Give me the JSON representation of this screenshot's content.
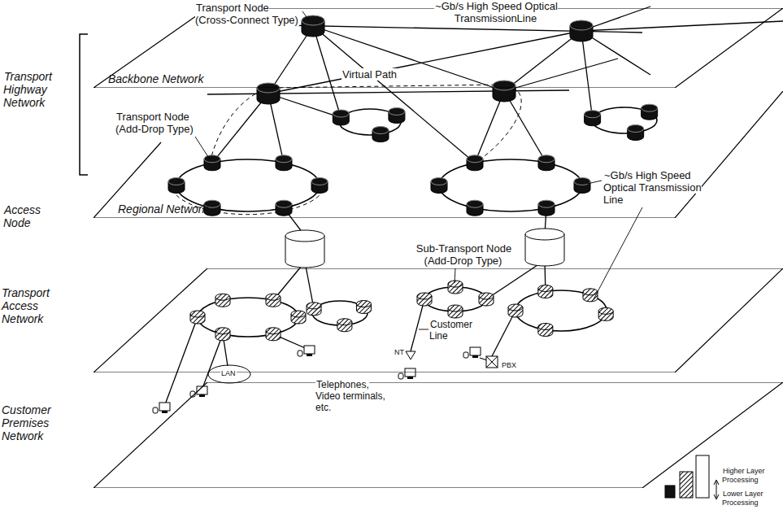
{
  "diagram": {
    "nodes": [
      {
        "text": [
          "Backbone Network"
        ]
      },
      {
        "text": [
          "Regional Network"
        ]
      },
      {
        "text": [
          "Transport Access Network"
        ]
      },
      {
        "text": [
          "Customer Premises Network"
        ]
      }
    ],
    "labels": [
      "Transport Highway Network",
      "Access Node",
      "Transport Node (Cross-Connect Type)",
      "~Gb/s High Speed Optical TransmissionLine",
      "Virtual Path",
      "Transport Node (Add-Drop Type)",
      "~Gb/s High Speed Optical Transmission Line",
      "Sub-Transport Node (Add-Drop Type)",
      "Customer Line",
      "NT",
      "PBX",
      "LAN",
      "Telephones, Video terminals, etc."
    ],
    "legend": [
      {
        "text": "Higher Layer Processing",
        "color": "#ffffff"
      },
      {
        "text": "Lower Layer Processing",
        "color": "#111111"
      }
    ]
  }
}
